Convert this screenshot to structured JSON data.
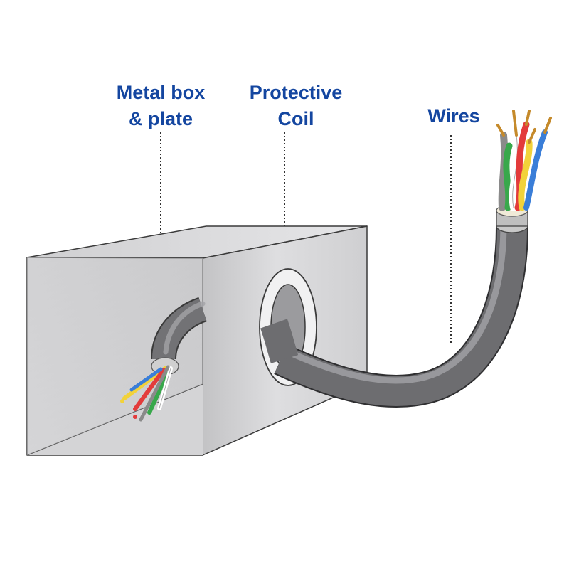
{
  "labels": {
    "metal_box": {
      "line1": "Metal box",
      "line2": "& plate"
    },
    "coil": {
      "line1": "Protective",
      "line2": "Coil"
    },
    "wires": {
      "line1": "Wires"
    }
  },
  "colors": {
    "label_text": "#1446a0",
    "box_light": "#e4e4e5",
    "box_mid": "#cfcfd1",
    "box_dark": "#b7b7b9",
    "outline": "#3a3a3a",
    "cable": "#6d6d70",
    "cable_highlight": "#a0a0a3",
    "shield": "#c8c8c8",
    "wire_colors": [
      "#e33b3b",
      "#38a84b",
      "#3a7ed8",
      "#f2d23a",
      "#ffffff",
      "#8a8a8a"
    ]
  },
  "icons": [
    "callout-leader-line",
    "wire-bundle",
    "metal-box",
    "grommet-ring"
  ]
}
